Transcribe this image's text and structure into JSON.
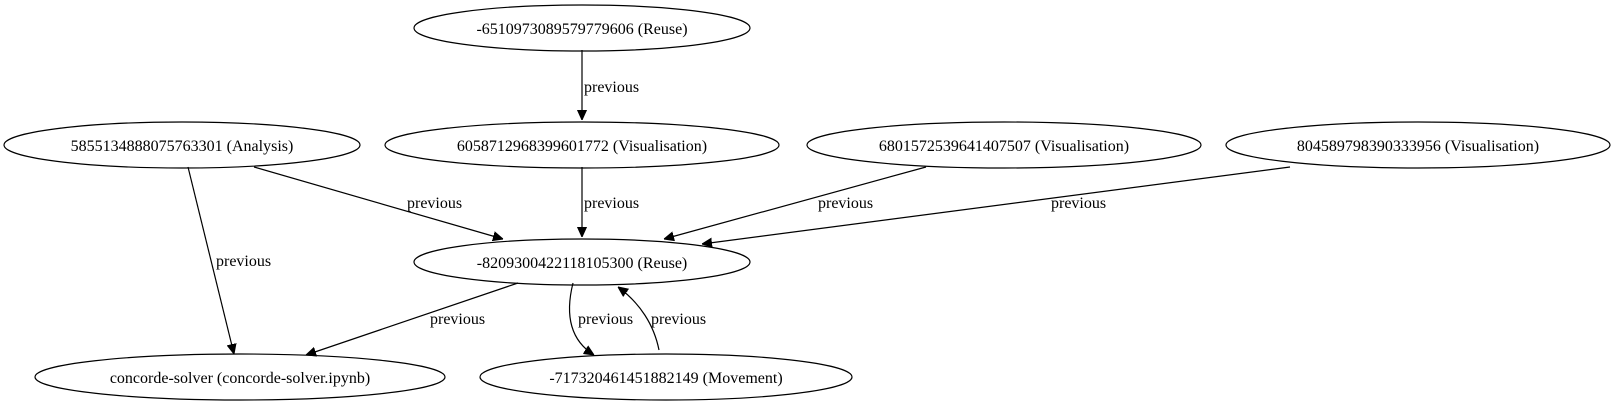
{
  "graph": {
    "nodes": [
      {
        "id": "n_reuse_top",
        "label": "-6510973089579779606 (Reuse)"
      },
      {
        "id": "n_analysis",
        "label": "5855134888075763301 (Analysis)"
      },
      {
        "id": "n_vis1",
        "label": "6058712968399601772 (Visualisation)"
      },
      {
        "id": "n_vis2",
        "label": "6801572539641407507 (Visualisation)"
      },
      {
        "id": "n_vis3",
        "label": "804589798390333956 (Visualisation)"
      },
      {
        "id": "n_reuse_mid",
        "label": "-8209300422118105300 (Reuse)"
      },
      {
        "id": "n_concorde",
        "label": "concorde-solver (concorde-solver.ipynb)"
      },
      {
        "id": "n_movement",
        "label": "-717320461451882149 (Movement)"
      }
    ],
    "edges": [
      {
        "id": "e1",
        "from": "n_reuse_top",
        "to": "n_vis1",
        "label": "previous"
      },
      {
        "id": "e2",
        "from": "n_analysis",
        "to": "n_reuse_mid",
        "label": "previous"
      },
      {
        "id": "e3",
        "from": "n_vis1",
        "to": "n_reuse_mid",
        "label": "previous"
      },
      {
        "id": "e4",
        "from": "n_vis2",
        "to": "n_reuse_mid",
        "label": "previous"
      },
      {
        "id": "e5",
        "from": "n_vis3",
        "to": "n_reuse_mid",
        "label": "previous"
      },
      {
        "id": "e6",
        "from": "n_analysis",
        "to": "n_concorde",
        "label": "previous"
      },
      {
        "id": "e7",
        "from": "n_reuse_mid",
        "to": "n_concorde",
        "label": "previous"
      },
      {
        "id": "e8",
        "from": "n_reuse_mid",
        "to": "n_movement",
        "label": "previous"
      },
      {
        "id": "e9",
        "from": "n_movement",
        "to": "n_reuse_mid",
        "label": "previous"
      }
    ]
  }
}
